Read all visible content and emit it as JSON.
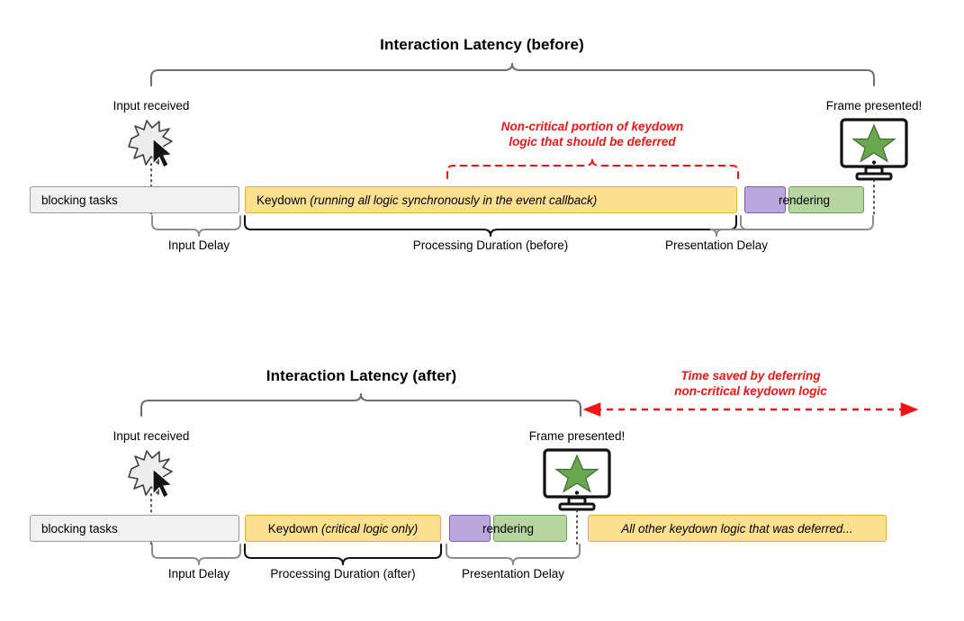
{
  "diagrams": [
    {
      "id": "before",
      "title": "Interaction Latency (before)",
      "input_label": "Input received",
      "frame_label": "Frame presented!",
      "red_note_line1": "Non-critical portion of keydown",
      "red_note_line2": "logic that should be deferred",
      "bars": [
        {
          "name": "blocking-tasks",
          "label": "blocking tasks",
          "label_italic": ""
        },
        {
          "name": "keydown",
          "label": "Keydown ",
          "label_italic": "(running all logic synchronously in the event callback)"
        },
        {
          "name": "rendering-purple",
          "label": "",
          "label_italic": ""
        },
        {
          "name": "rendering-green",
          "label": "",
          "label_italic": ""
        }
      ],
      "rendering_word": "rendering",
      "spans": [
        {
          "name": "input-delay",
          "label": "Input Delay"
        },
        {
          "name": "processing-duration",
          "label": "Processing Duration (before)"
        },
        {
          "name": "presentation-delay",
          "label": "Presentation Delay"
        }
      ]
    },
    {
      "id": "after",
      "title": "Interaction Latency (after)",
      "input_label": "Input received",
      "frame_label": "Frame presented!",
      "red_note_line1": "Time saved by deferring",
      "red_note_line2": "non-critical keydown logic",
      "bars": [
        {
          "name": "blocking-tasks",
          "label": "blocking tasks",
          "label_italic": ""
        },
        {
          "name": "keydown",
          "label": "Keydown ",
          "label_italic": "(critical logic only)"
        },
        {
          "name": "rendering-purple",
          "label": "",
          "label_italic": ""
        },
        {
          "name": "rendering-green",
          "label": "",
          "label_italic": ""
        },
        {
          "name": "deferred",
          "label": "",
          "label_italic": "All other keydown logic that was deferred..."
        }
      ],
      "rendering_word": "rendering",
      "spans": [
        {
          "name": "input-delay",
          "label": "Input Delay"
        },
        {
          "name": "processing-duration",
          "label": "Processing Duration (after)"
        },
        {
          "name": "presentation-delay",
          "label": "Presentation Delay"
        }
      ]
    }
  ],
  "colors": {
    "accent_red": "#f51414",
    "bar_yellow_fill": "#fcdf8f",
    "bar_yellow_border": "#e8ab3c",
    "bar_purple_fill": "#bba6dd",
    "bar_purple_border": "#7d5eb0",
    "bar_green_fill": "#b6d6a1",
    "bar_green_border": "#6ba054",
    "bar_gray_fill": "#f1f1f1",
    "bar_gray_border": "#9a9a9a",
    "brace_gray": "#6f6f6f",
    "brace_black": "#111111",
    "star_green": "#6aa84f"
  },
  "icons": {
    "input_burst": "starburst-cursor-icon",
    "frame_monitor": "monitor-star-icon"
  }
}
